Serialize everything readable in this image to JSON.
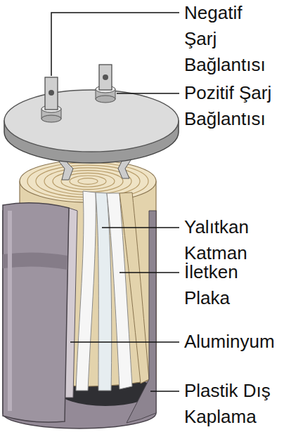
{
  "diagram": {
    "labels": [
      "Negatif Şarj Bağlantısı",
      "Pozitif Şarj Bağlantısı",
      "Yalıtkan Katman",
      "İletken Plaka",
      "Aluminyum",
      "Plastik Dış Kaplama"
    ]
  }
}
